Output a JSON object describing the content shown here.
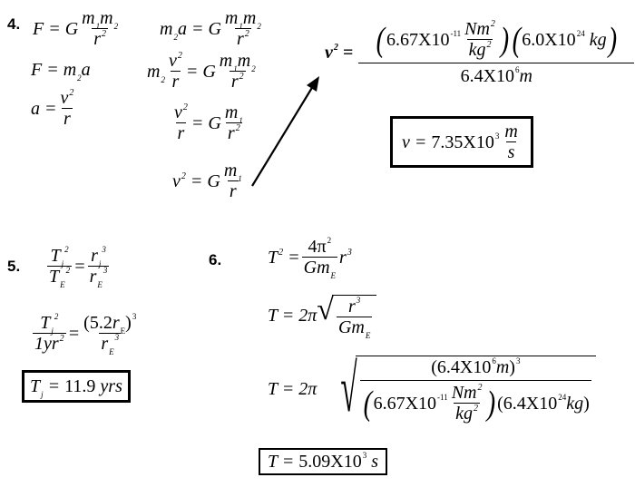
{
  "problem4": {
    "number": "4.",
    "eq1": {
      "lhs": "F = G",
      "num": "m1m2",
      "den": "r2"
    },
    "eq2": "F = m2a",
    "eq3": {
      "lhs": "a =",
      "num": "v2",
      "den": "r"
    },
    "eq4": {
      "lhs": "m2a = G",
      "num": "m1m2",
      "den": "r2"
    },
    "eq5": {
      "lhs": "m2",
      "num1": "v2",
      "den1": "r",
      "eq": "= G",
      "num2": "m1m2",
      "den2": "r2"
    },
    "eq6": {
      "num1": "v2",
      "den1": "r",
      "eq": "= G",
      "num2": "m1",
      "den2": "r2"
    },
    "eq7": {
      "lhs": "v2 = G",
      "num": "m1",
      "den": "r"
    },
    "subst": {
      "lhs": "v2 =",
      "g_value": "6.67X10",
      "g_exp": "-11",
      "g_unit_num": "Nm2",
      "g_unit_den": "kg2",
      "m_value": "6.0X10",
      "m_exp": "24",
      "m_unit": "kg",
      "r_value": "6.4X10",
      "r_exp": "6",
      "r_unit": "m"
    },
    "answer": {
      "lhs": "v = 7.35X10",
      "exp": "3",
      "unit_num": "m",
      "unit_den": "s"
    }
  },
  "problem5": {
    "number": "5.",
    "eq1": {
      "tj": "Tj",
      "tj_exp": "2",
      "te": "TE",
      "te_exp": "2",
      "rj": "rj",
      "rj_exp": "3",
      "re": "rE",
      "re_exp": "3"
    },
    "eq2": {
      "tj": "Tj",
      "tj_exp": "2",
      "den": "1yr",
      "den_exp": "2",
      "rnum": "(5.2rE)",
      "rnum_exp": "3",
      "rden": "rE",
      "rden_exp": "3"
    },
    "answer": {
      "lhs": "Tj = 11.9 yrs"
    }
  },
  "problem6": {
    "number": "6.",
    "eq1": {
      "lhs": "T",
      "lhs_exp": "2",
      "num": "4π",
      "num_exp": "2",
      "den": "GmE",
      "tail": "r",
      "tail_exp": "3"
    },
    "eq2": {
      "lhs": "T = 2π",
      "num": "r",
      "num_exp": "3",
      "den": "GmE"
    },
    "eq3": {
      "lhs": "T = 2π",
      "num": "(6.4X10",
      "num_exp_inner": "6",
      "num_unit": "m)",
      "num_exp": "3",
      "g_value": "6.67X10",
      "g_exp": "-11",
      "g_unit_num": "Nm2",
      "g_unit_den": "kg2",
      "m_value": "(6.4X10",
      "m_exp": "24",
      "m_unit": "kg)"
    },
    "answer": {
      "lhs": "T = 5.09X10",
      "exp": "3",
      "unit": "s"
    }
  }
}
